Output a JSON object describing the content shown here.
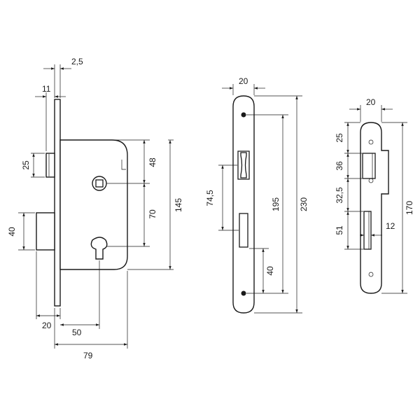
{
  "lock_case": {
    "dims": {
      "d_2_5": "2,5",
      "d_11": "11",
      "d_25": "25",
      "d_40": "40",
      "d_48": "48",
      "d_70": "70",
      "d_145": "145",
      "d_20": "20",
      "d_50": "50",
      "d_79": "79"
    }
  },
  "faceplate": {
    "dims": {
      "d_20": "20",
      "d_74_5": "74,5",
      "d_195": "195",
      "d_230": "230",
      "d_40": "40"
    }
  },
  "strike_plate": {
    "dims": {
      "d_20": "20",
      "d_25": "25",
      "d_36": "36",
      "d_32_5": "32,5",
      "d_51": "51",
      "d_12": "12",
      "d_170": "170"
    }
  }
}
